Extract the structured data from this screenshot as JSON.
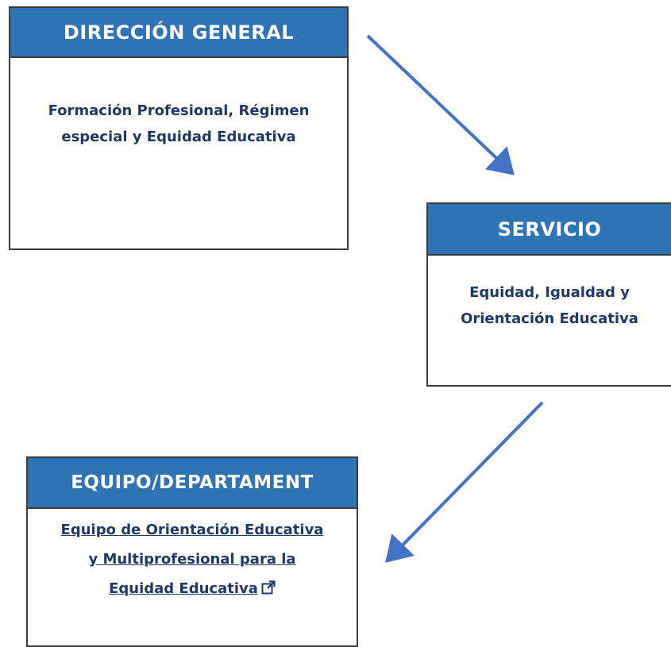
{
  "direccion": {
    "title": "DIRECCIÓN GENERAL",
    "body": "Formación Profesional, Régimen especial y Equidad Educativa"
  },
  "servicio": {
    "title": "SERVICIO",
    "body": "Equidad, Igualdad y Orientación Educativa"
  },
  "equipo": {
    "title": "EQUIPO/DEPARTAMENT",
    "link_text": "Equipo de Orientación Educativa y Multiprofesional para la Equidad Educativa",
    "link_icon": "external-link-icon"
  },
  "colors": {
    "header": "#2e74b5",
    "text": "#1f3864",
    "arrow": "#4472c4",
    "border": "#3c3c3c"
  }
}
